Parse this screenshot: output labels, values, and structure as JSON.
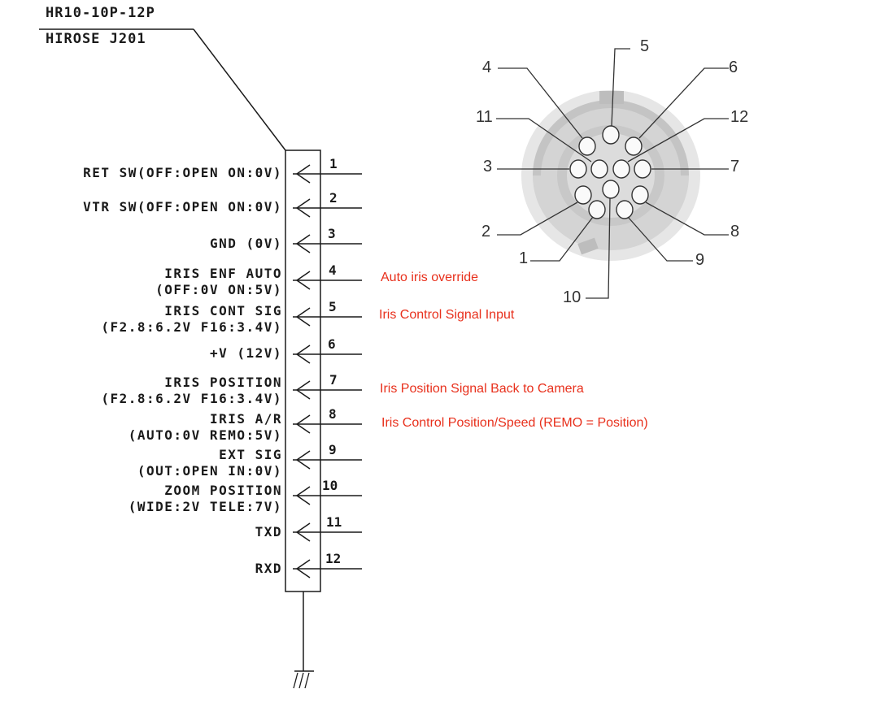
{
  "header": {
    "part_number": "HR10-10P-12P",
    "connector_name": "HIROSE  J201"
  },
  "pins": [
    {
      "num": "1",
      "lines": [
        "RET SW(OFF:OPEN  ON:0V)"
      ]
    },
    {
      "num": "2",
      "lines": [
        "VTR SW(OFF:OPEN  ON:0V)"
      ]
    },
    {
      "num": "3",
      "lines": [
        "GND (0V)"
      ]
    },
    {
      "num": "4",
      "lines": [
        "IRIS ENF AUTO",
        "(OFF:0V ON:5V)"
      ]
    },
    {
      "num": "5",
      "lines": [
        "IRIS CONT SIG",
        "(F2.8:6.2V F16:3.4V)"
      ]
    },
    {
      "num": "6",
      "lines": [
        "+V (12V)"
      ]
    },
    {
      "num": "7",
      "lines": [
        "IRIS POSITION",
        "(F2.8:6.2V F16:3.4V)"
      ]
    },
    {
      "num": "8",
      "lines": [
        "IRIS A/R",
        "(AUTO:0V REMO:5V)"
      ]
    },
    {
      "num": "9",
      "lines": [
        "EXT SIG",
        "(OUT:OPEN IN:0V)"
      ]
    },
    {
      "num": "10",
      "lines": [
        "ZOOM POSITION",
        "(WIDE:2V TELE:7V)"
      ]
    },
    {
      "num": "11",
      "lines": [
        "TXD"
      ]
    },
    {
      "num": "12",
      "lines": [
        "RXD"
      ]
    }
  ],
  "annotations": {
    "pin4": "Auto iris override",
    "pin5": "Iris Control Signal Input",
    "pin7": "Iris Position Signal Back to Camera",
    "pin8": "Iris Control Position/Speed (REMO = Position)"
  },
  "connector_face": {
    "pin_labels": [
      "1",
      "2",
      "3",
      "4",
      "5",
      "6",
      "7",
      "8",
      "9",
      "10",
      "11",
      "12"
    ]
  },
  "colors": {
    "annotation": "#e8301c",
    "line": "#1a1a1a",
    "connector_body": "#d6d6d6",
    "connector_inner": "#b9b9b9"
  }
}
